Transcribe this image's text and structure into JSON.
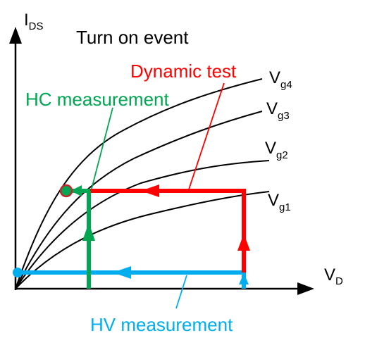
{
  "title": "Turn on event",
  "axes": {
    "y_label_main": "I",
    "y_label_sub": "DS",
    "x_label_main": "V",
    "x_label_sub": "D"
  },
  "curves": [
    {
      "main": "V",
      "sub": "g4"
    },
    {
      "main": "V",
      "sub": "g3"
    },
    {
      "main": "V",
      "sub": "g2"
    },
    {
      "main": "V",
      "sub": "g1"
    }
  ],
  "annotations": {
    "dynamic_test": "Dynamic test",
    "hc_measurement": "HC measurement",
    "hv_measurement": "HV measurement"
  },
  "colors": {
    "dynamic_test": "#ff0000",
    "hc_measurement": "#00a651",
    "hv_measurement": "#00aeef",
    "axis": "#000000",
    "curve": "#000000"
  }
}
